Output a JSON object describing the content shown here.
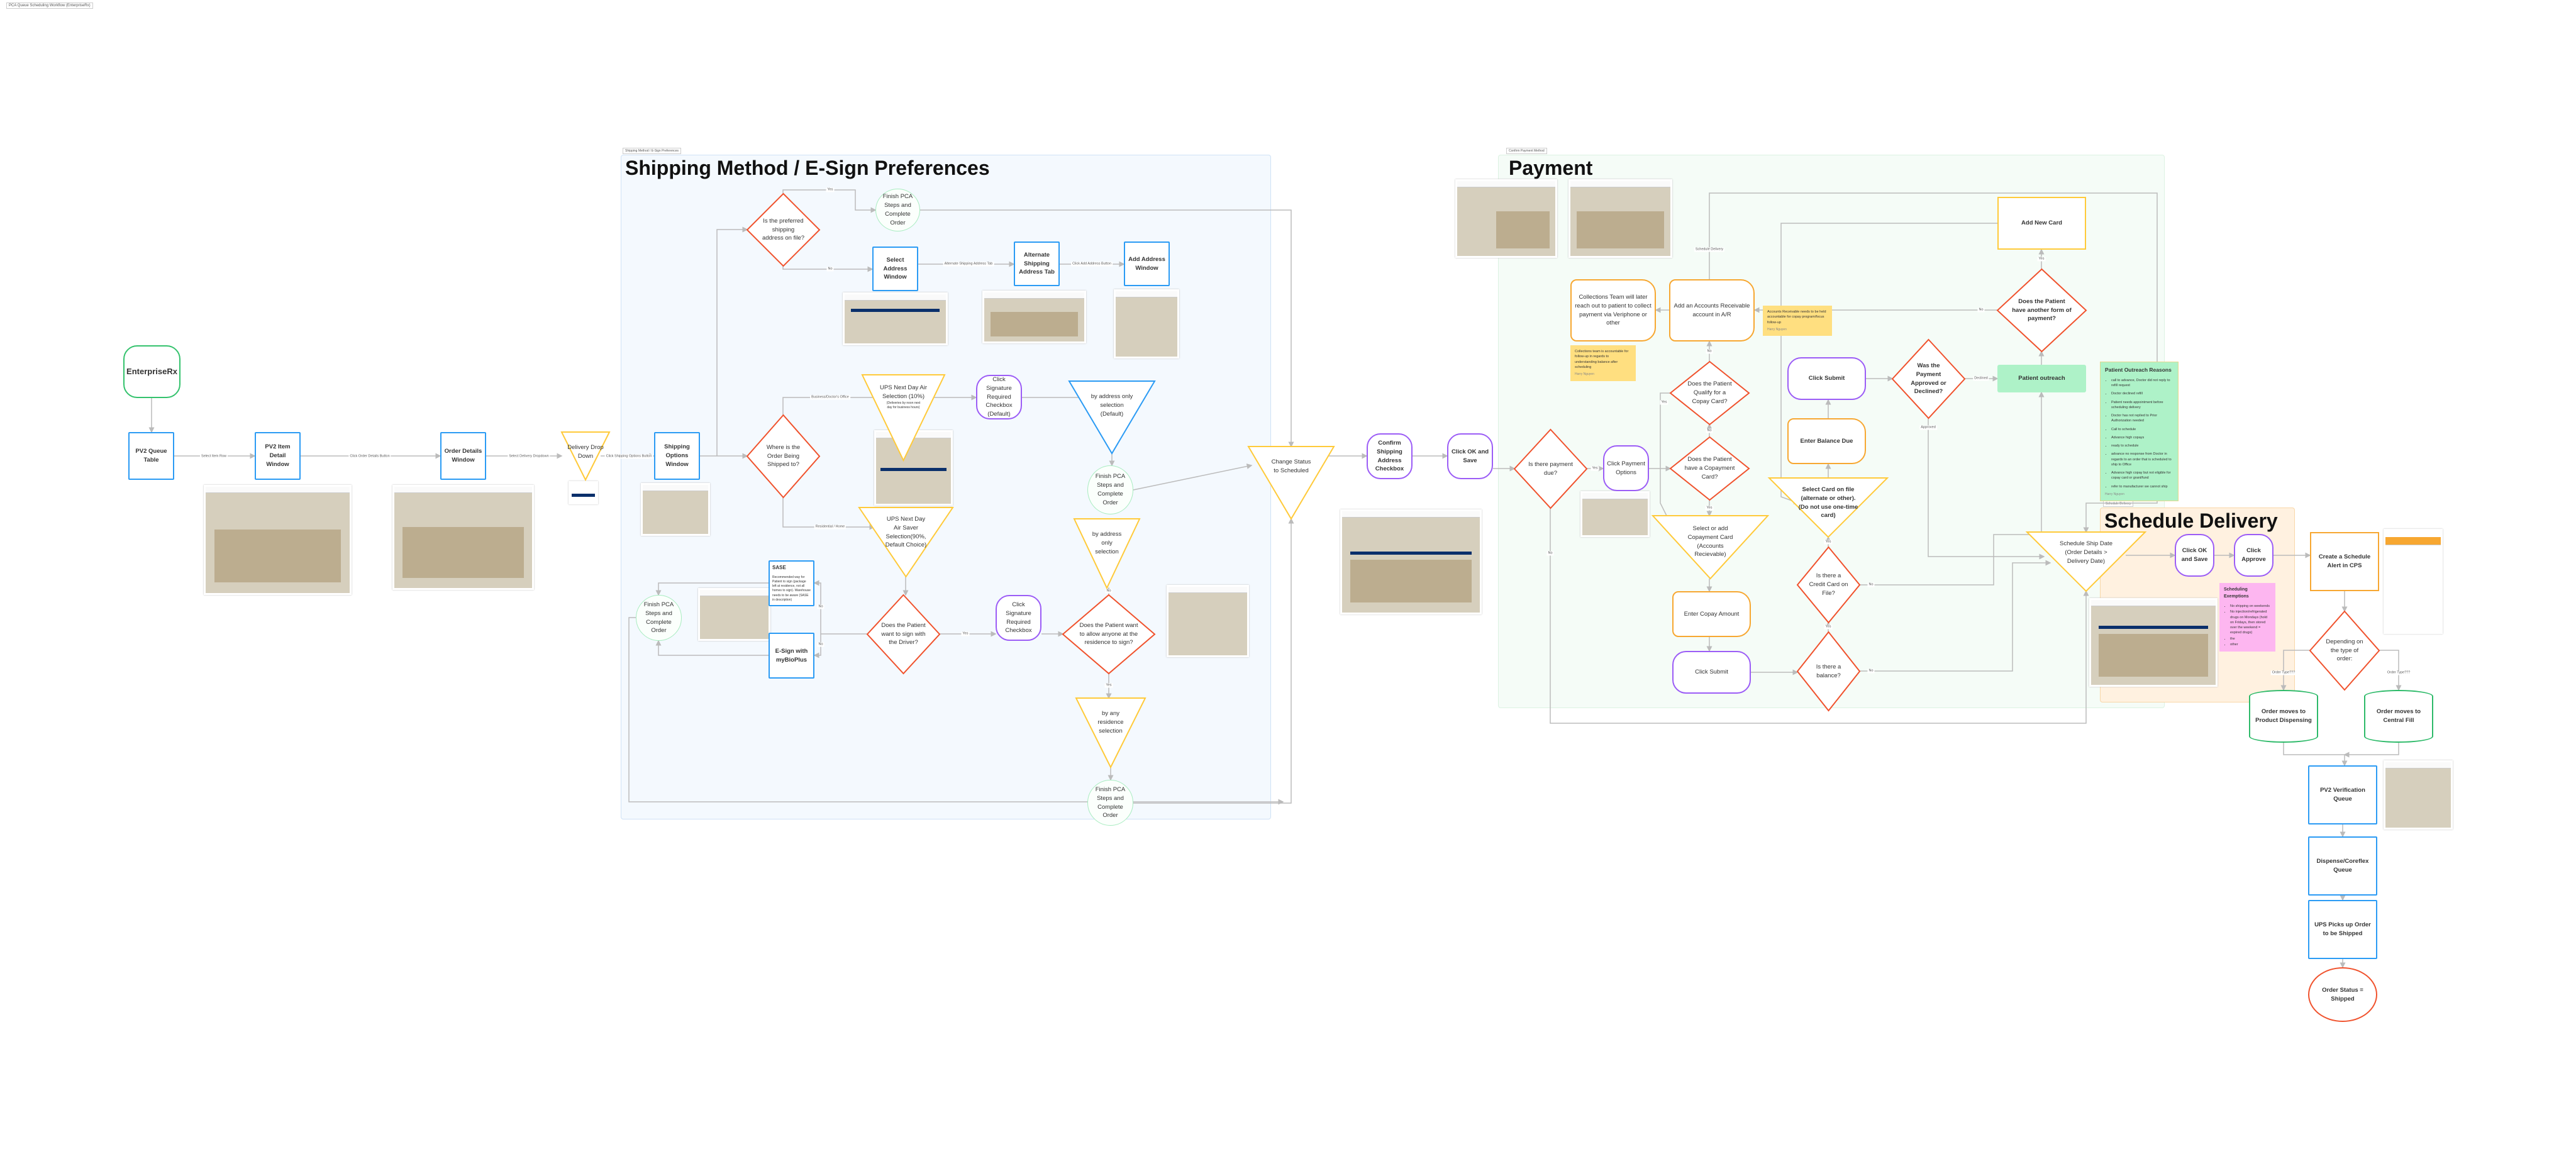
{
  "doc_title": "PCA Queue Scheduling Workflow (EnterpriseRx)",
  "sections": {
    "shipping": {
      "tag": "Shipping Method / E-Sign Preferences",
      "title": "Shipping Method / E-Sign Preferences"
    },
    "payment": {
      "tag": "Confirm Payment Method",
      "title": "Payment"
    },
    "schedule": {
      "tag": "Schedule Delivery",
      "title": "Schedule Delivery"
    }
  },
  "nodes": {
    "enterpriserx": "EnterpriseRx",
    "pv2_queue_table": "PV2 Queue Table",
    "pv2_item_detail": "PV2 Item Detail Window",
    "order_details_window": "Order Details Window",
    "delivery_drop_down": "Delivery Drop Down",
    "shipping_options_window": "Shipping Options Window",
    "where_shipped": "Where is the Order Being Shipped to?",
    "preferred_address": "Is the preferred shipping address on file?",
    "finish_pca": "Finish PCA Steps and Complete Order",
    "select_address_window": "Select Address Window",
    "alt_shipping_tab": "Alternate Shipping Address Tab",
    "add_address_window": "Add Address Window",
    "ups_next_day_air": "UPS Next Day Air Selection (10%)",
    "ups_next_day_air_sub": "(Deliveries by noon next day for business hours)",
    "click_signature_default": "Click Signature Required Checkbox (Default)",
    "by_address_only_default": "by address only selection (Default)",
    "ups_air_saver": "UPS Next Day Air Saver Selection(90%, Default Choice)",
    "by_address_only": "by address only selection",
    "sase_title": "SASE",
    "sase_body": "Recommended way for Patient to sign (package left at residence, not all homes to sign). Warehouse needs to be aware (SASE in description)",
    "esign": "E-Sign with myBioPlus",
    "sign_with_driver": "Does the Patient want to sign with the Driver?",
    "click_signature": "Click Signature Required Checkbox",
    "allow_anyone": "Does the Patient want to allow anyone at the residence to sign?",
    "by_any_residence": "by any residence selection",
    "change_status": "Change Status to Scheduled",
    "confirm_shipping": "Confirm Shipping Address Checkbox",
    "click_ok_save": "Click OK and Save",
    "payment_due": "Is there payment due?",
    "click_payment_options": "Click Payment Options",
    "qualify_copay": "Does the Patient Qualify for a Copay Card?",
    "have_copay_card": "Does the Patient have a Copayment Card?",
    "select_copay_card": "Select or add Copayment Card (Accounts Recievable)",
    "enter_copay": "Enter Copay Amount",
    "click_submit": "Click Submit",
    "collections_team": "Collections Team will later reach out to patient to collect payment via Veriphone or other",
    "add_ar_account": "Add an Accounts Receivable account in A/R",
    "was_payment_approved": "Was the Payment Approved or Declined?",
    "enter_balance_due": "Enter Balance Due",
    "select_card_on_file": "Select Card on file (alternate or other). (Do not use one-time card)",
    "credit_card_on_file": "Is there a Credit Card on File?",
    "is_balance": "Is there a balance?",
    "add_new_card": "Add New Card",
    "another_payment": "Does the Patient have another form of payment?",
    "patient_outreach": "Patient outreach",
    "schedule_ship_date": "Schedule Ship Date (Order Details > Delivery Date)",
    "click_approve": "Click Approve",
    "create_alert": "Create a Schedule Alert in CPS",
    "depending_order_type": "Depending on the type of order:",
    "product_dispensing": "Order moves to Product Dispensing",
    "central_fill": "Order moves to Central Fill",
    "pv2_verification": "PV2 Verification Queue",
    "dispense_coreflex": "Dispense/Coreflex Queue",
    "ups_pickup": "UPS Picks up Order to be Shipped",
    "order_shipped": "Order Status = Shipped"
  },
  "edge_labels": {
    "select_item_row": "Select Item Row",
    "click_order_details": "Click Order Details Button",
    "select_delivery": "Select Delivery Dropdown",
    "click_shipping_options": "Click Shipping Options Button",
    "yes": "Yes",
    "no": "No",
    "business": "Business/Doctor's Office",
    "residential": "Residential / Home",
    "alt_tab": "Alternate Shipping Address Tab",
    "add_address_btn": "Click Add Address Button",
    "schedule_delivery": "Schedule Delivery",
    "declined": "Declined",
    "approved": "Approved",
    "order_type": "Order Type???"
  },
  "notes": {
    "collections": {
      "text": "Collections team is accountable for follow-up in regards to understanding balance after scheduling",
      "author": "Harry Nguyen"
    },
    "ar": {
      "text": "Accounts Receivable needs to be held accountable for copay program/focus follow-up",
      "author": "Harry Nguyen"
    },
    "outreach": {
      "title": "Patient Outreach Reasons",
      "items": [
        "call to advance, Doctor did not reply to refill request",
        "Doctor declined refill",
        "Patient needs appointment before scheduling delivery",
        "Doctor has not replied to Prior Authorization needed",
        "Call to schedule",
        "Advance high copays",
        "ready to schedule",
        "advance no response from Doctor in regards to an order that is scheduled to ship to Office",
        "Advance high copay but not eligible for copay card or grant/fund",
        "refer to manufacturer we cannot ship"
      ],
      "author": "Harry Nguyen"
    },
    "exemptions": {
      "title": "Scheduling Exemptions",
      "items": [
        "No shipping on weekends",
        "No injection/refrigerated drugs on Mondays (hold on Fridays, then stored over the weekend = expired drugs)",
        "the",
        "other"
      ]
    }
  },
  "colors": {
    "process": "#2b9bf4",
    "decision": "#f0522d",
    "action": "#9b5cf6",
    "selection": "#ffca3a",
    "data": "#f7a731",
    "start": "#34c26d"
  }
}
